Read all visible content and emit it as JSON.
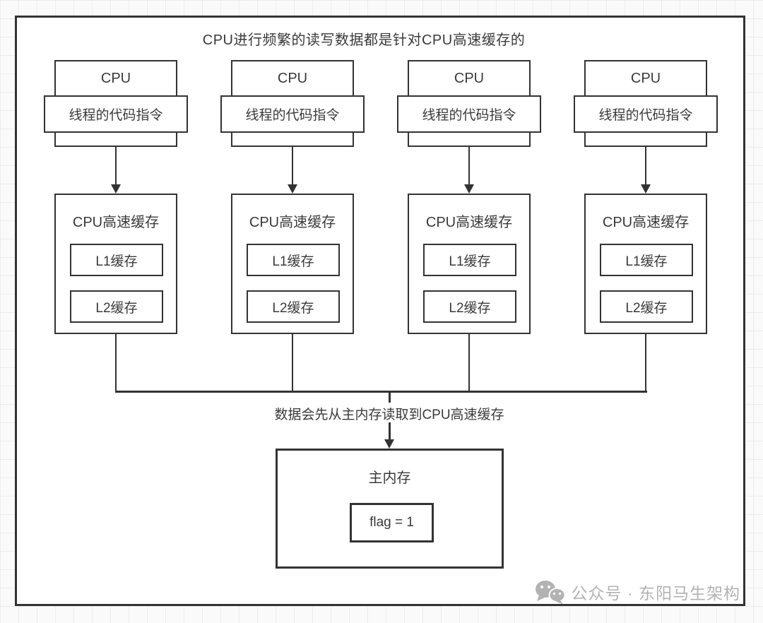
{
  "title": "CPU进行频繁的读写数据都是针对CPU高速缓存的",
  "columns": [
    {
      "cpu_label": "CPU",
      "instruction_label": "线程的代码指令",
      "cache_title": "CPU高速缓存",
      "l1_label": "L1缓存",
      "l2_label": "L2缓存"
    },
    {
      "cpu_label": "CPU",
      "instruction_label": "线程的代码指令",
      "cache_title": "CPU高速缓存",
      "l1_label": "L1缓存",
      "l2_label": "L2缓存"
    },
    {
      "cpu_label": "CPU",
      "instruction_label": "线程的代码指令",
      "cache_title": "CPU高速缓存",
      "l1_label": "L1缓存",
      "l2_label": "L2缓存"
    },
    {
      "cpu_label": "CPU",
      "instruction_label": "线程的代码指令",
      "cache_title": "CPU高速缓存",
      "l1_label": "L1缓存",
      "l2_label": "L2缓存"
    }
  ],
  "bus_note": "数据会先从主内存读取到CPU高速缓存",
  "main_memory": {
    "title": "主内存",
    "value": "flag = 1"
  },
  "watermark": {
    "icon": "wechat-icon",
    "label": "公众号 · 东阳马生架构"
  },
  "colors": {
    "line": "#333333",
    "canvas": "#ffffff",
    "page_background": "#fafafa",
    "grid_line": "#ececec",
    "watermark": "#b2b2b2"
  }
}
